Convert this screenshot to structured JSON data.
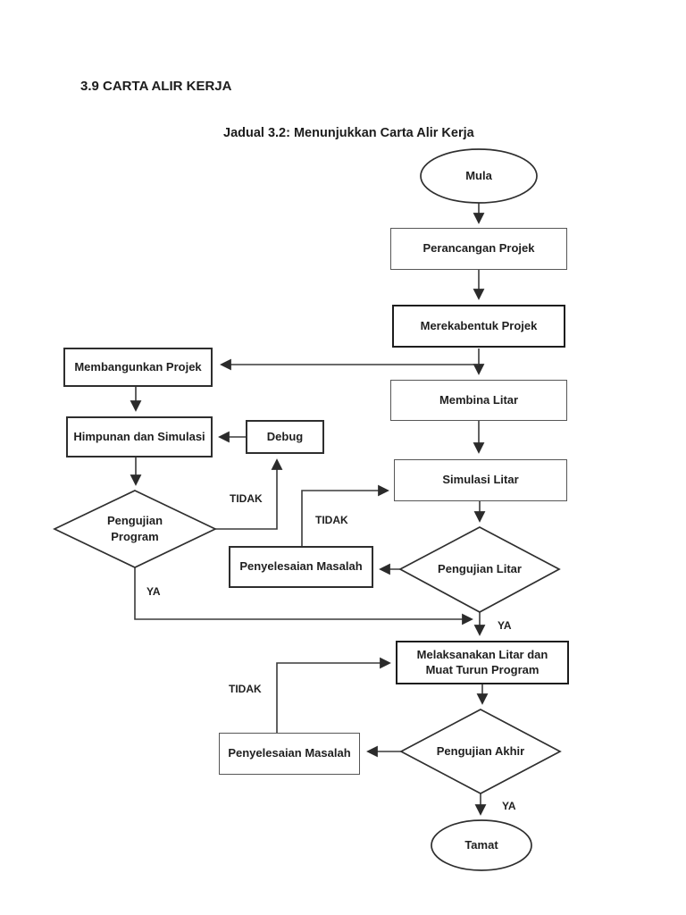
{
  "colors": {
    "ink": "#1f1f1f",
    "line": "#3a3a3a",
    "background": "#ffffff"
  },
  "page": {
    "heading": "3.9 CARTA ALIR KERJA",
    "caption": "Jadual 3.2: Menunjukkan Carta Alir Kerja"
  },
  "nodes": {
    "mula": "Mula",
    "perancangan": "Perancangan Projek",
    "merekabentuk": "Merekabentuk Projek",
    "membangunkan": "Membangunkan Projek",
    "himpunan": "Himpunan dan Simulasi",
    "debug": "Debug",
    "pengujian_program": "Pengujian Program",
    "membina": "Membina Litar",
    "simulasi": "Simulasi Litar",
    "pengujian_litar": "Pengujian Litar",
    "penyelesaian_1": "Penyelesaian Masalah",
    "melaksanakan": "Melaksanakan Litar dan Muat Turun Program",
    "pengujian_akhir": "Pengujian Akhir",
    "penyelesaian_2": "Penyelesaian Masalah",
    "tamat": "Tamat"
  },
  "edge_labels": {
    "tidak_program": "TIDAK",
    "tidak_litar": "TIDAK",
    "tidak_akhir": "TIDAK",
    "ya_program": "YA",
    "ya_litar": "YA",
    "ya_akhir": "YA"
  }
}
